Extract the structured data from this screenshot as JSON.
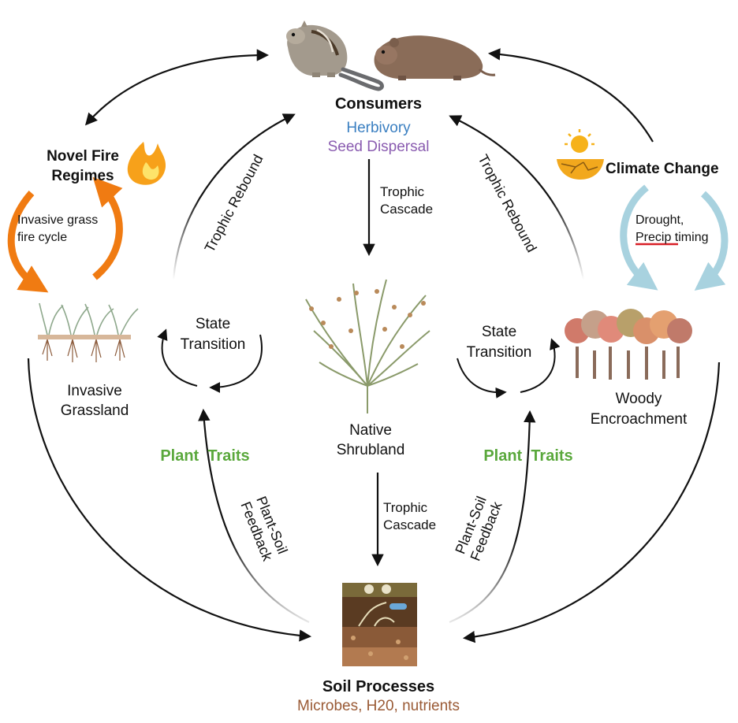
{
  "colors": {
    "herbivory": "#3a7fc1",
    "seed_dispersal": "#8a5cb0",
    "plant_traits": "#5aa83c",
    "soil_subtitle": "#9a5a35",
    "fire_orange": "#f07b12",
    "climate_blue": "#a8d2df",
    "underline_red": "#d81f26"
  },
  "consumers": {
    "title": "Consumers",
    "herbivory": "Herbivory",
    "seed_dispersal": "Seed Dispersal"
  },
  "fire": {
    "title_line1": "Novel Fire",
    "title_line2": "Regimes",
    "cycle_line1": "Invasive grass",
    "cycle_line2": "fire cycle"
  },
  "climate": {
    "title": "Climate Change",
    "line1": "Drought,",
    "line2_underlined": "Precip",
    "line2_rest": " timing"
  },
  "states": {
    "invasive_line1": "Invasive",
    "invasive_line2": "Grassland",
    "native_line1": "Native",
    "native_line2": "Shrubland",
    "woody_line1": "Woody",
    "woody_line2": "Encroachment"
  },
  "transitions": {
    "left_line1": "State",
    "left_line2": "Transition",
    "right_line1": "State",
    "right_line2": "Transition"
  },
  "trophic": {
    "cascade_top_line1": "Trophic",
    "cascade_top_line2": "Cascade",
    "cascade_bottom_line1": "Trophic",
    "cascade_bottom_line2": "Cascade",
    "rebound_left": "Trophic Rebound",
    "rebound_right": "Trophic Rebound"
  },
  "plant_traits": {
    "left": "Plant  Traits",
    "right": "Plant  Traits"
  },
  "feedback": {
    "left_line1": "Plant-Soil",
    "left_line2": "Feedback",
    "right_line1": "Plant-Soil",
    "right_line2": "Feedback"
  },
  "soil": {
    "title": "Soil Processes",
    "subtitle": "Microbes, H20, nutrients"
  },
  "icons": [
    "chipmunk-icon",
    "vole-icon",
    "fire-icon",
    "sun-cracked-earth-icon",
    "grass-roots-icon",
    "shrub-icon",
    "trees-icon",
    "soil-profile-icon"
  ]
}
